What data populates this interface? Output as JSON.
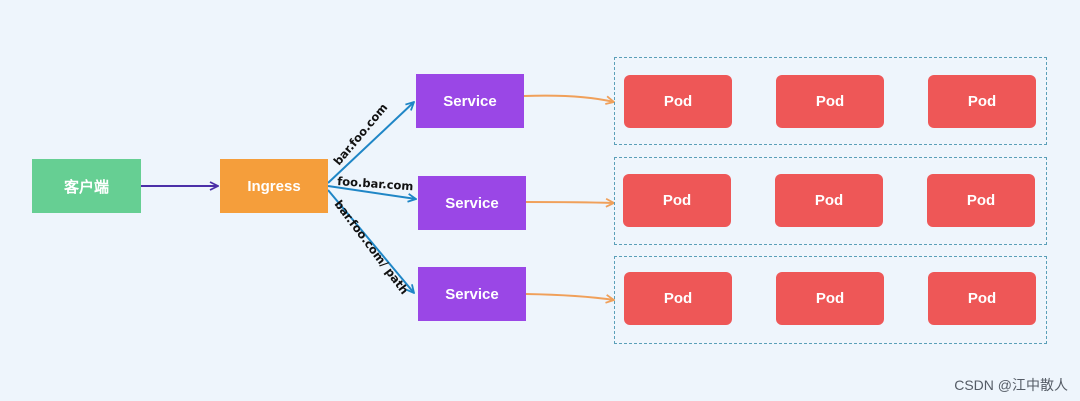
{
  "diagram": {
    "client": "客户端",
    "ingress": "Ingress",
    "services": [
      "Service",
      "Service",
      "Service"
    ],
    "routes": [
      "bar.foo.com",
      "foo.bar.com",
      "bar.foo.com/ path"
    ],
    "pod_label": "Pod",
    "colors": {
      "background": "#eef5fc",
      "client": "#66cf93",
      "ingress": "#f59e3b",
      "service": "#9a47e6",
      "pod": "#ee5757",
      "client_arrow": "#4b2fa8",
      "route_arrow": "#1f86c6",
      "pod_arrow": "#f0a05a",
      "group_border": "#5a9fb8"
    }
  },
  "watermark": "CSDN @江中散人"
}
